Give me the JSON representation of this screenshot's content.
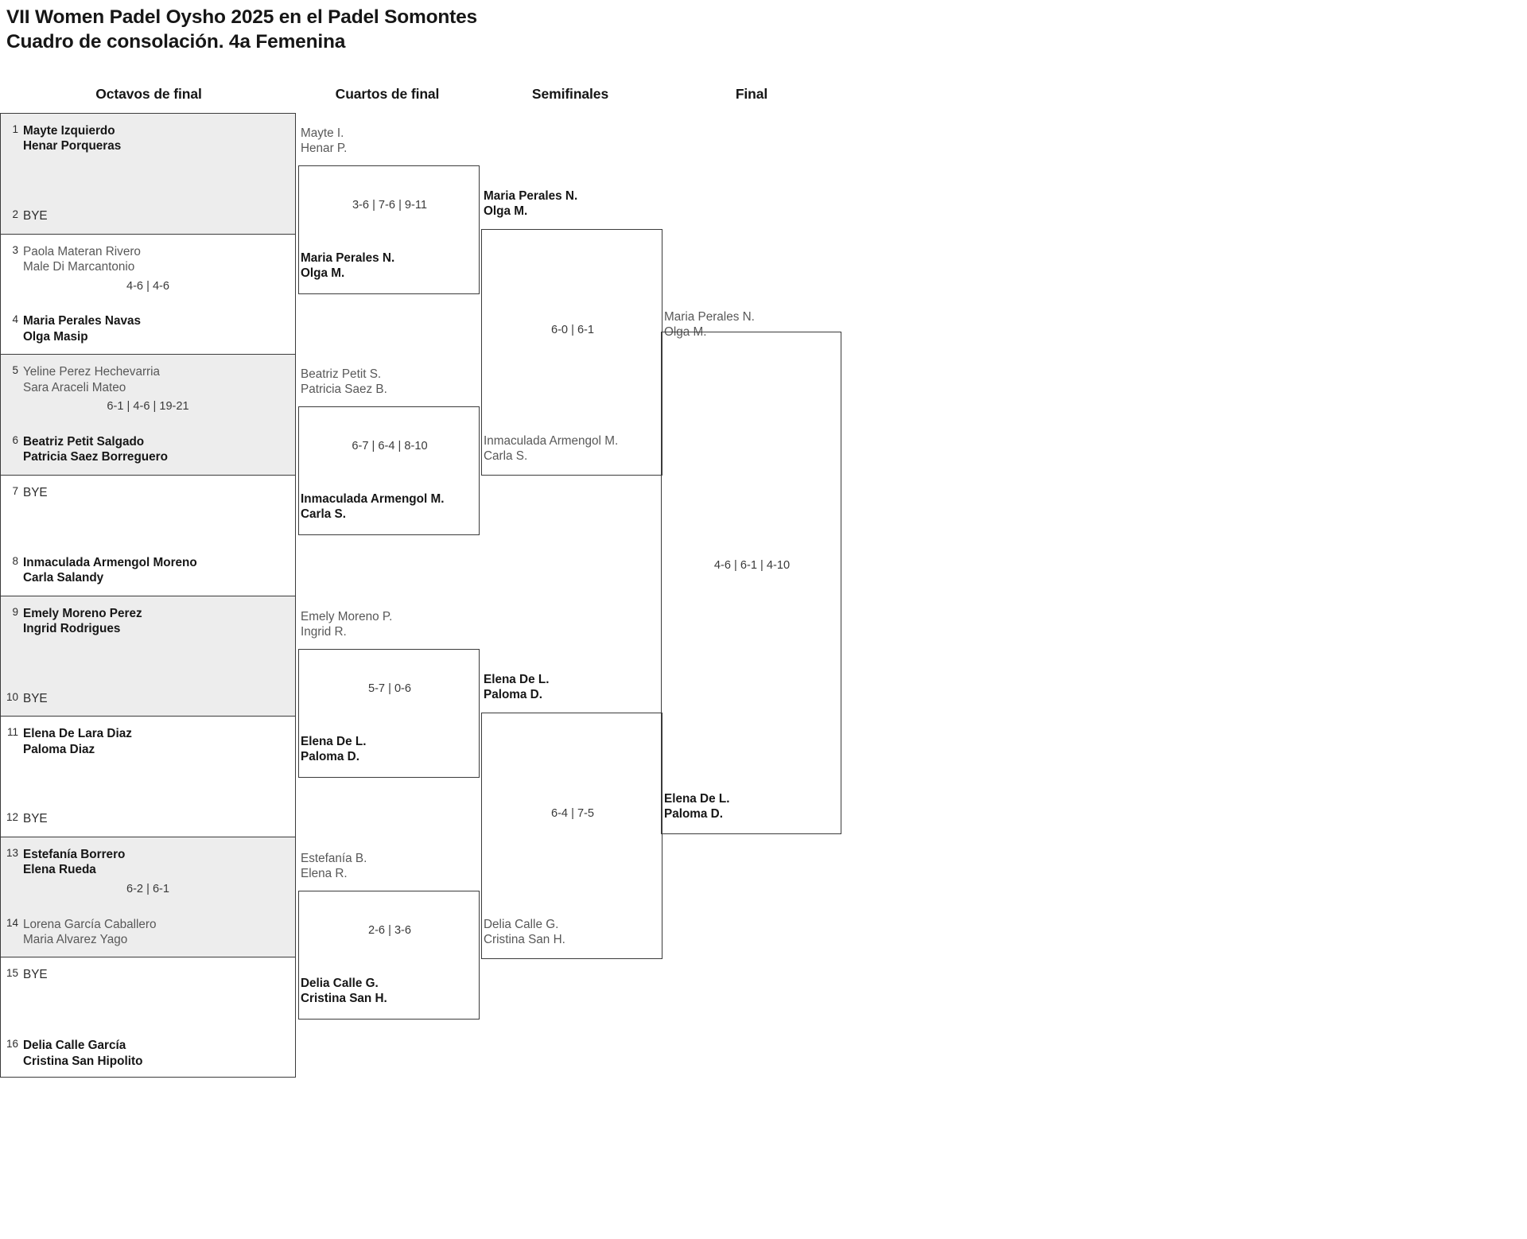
{
  "title": "VII Women Padel Oysho 2025 en el Padel Somontes\nCuadro de consolación. 4a Femenina",
  "rounds": [
    {
      "id": "r16",
      "label": "Octavos de final"
    },
    {
      "id": "qf",
      "label": "Cuartos de final"
    },
    {
      "id": "sf",
      "label": "Semifinales"
    },
    {
      "id": "f",
      "label": "Final"
    }
  ],
  "colors": {
    "shade": "#ededed",
    "border": "#3b3b3b",
    "winner": "#161616",
    "loser": "#585858"
  },
  "round1": [
    {
      "shaded": true,
      "top": {
        "seed": "1",
        "names": "Mayte Izquierdo\nHenar Porqueras",
        "result": "win"
      },
      "bottom": {
        "seed": "2",
        "names": "BYE",
        "result": "bye"
      },
      "score": ""
    },
    {
      "shaded": false,
      "top": {
        "seed": "3",
        "names": "Paola Materan Rivero\nMale Di Marcantonio",
        "result": "lose"
      },
      "bottom": {
        "seed": "4",
        "names": "Maria Perales Navas\nOlga Masip",
        "result": "win"
      },
      "score": "4-6 | 4-6"
    },
    {
      "shaded": true,
      "top": {
        "seed": "5",
        "names": "Yeline Perez Hechevarria\nSara Araceli Mateo",
        "result": "lose"
      },
      "bottom": {
        "seed": "6",
        "names": "Beatriz Petit Salgado\nPatricia Saez Borreguero",
        "result": "win"
      },
      "score": "6-1 | 4-6 | 19-21"
    },
    {
      "shaded": false,
      "top": {
        "seed": "7",
        "names": "BYE",
        "result": "bye"
      },
      "bottom": {
        "seed": "8",
        "names": "Inmaculada Armengol Moreno\nCarla Salandy",
        "result": "win"
      },
      "score": ""
    },
    {
      "shaded": true,
      "top": {
        "seed": "9",
        "names": "Emely Moreno Perez\nIngrid Rodrigues",
        "result": "win"
      },
      "bottom": {
        "seed": "10",
        "names": "BYE",
        "result": "bye"
      },
      "score": ""
    },
    {
      "shaded": false,
      "top": {
        "seed": "11",
        "names": "Elena De Lara Diaz\nPaloma Diaz",
        "result": "win"
      },
      "bottom": {
        "seed": "12",
        "names": "BYE",
        "result": "bye"
      },
      "score": ""
    },
    {
      "shaded": true,
      "top": {
        "seed": "13",
        "names": "Estefanía Borrero\nElena Rueda",
        "result": "win"
      },
      "bottom": {
        "seed": "14",
        "names": "Lorena García Caballero\nMaria Alvarez Yago",
        "result": "lose"
      },
      "score": "6-2 | 6-1"
    },
    {
      "shaded": false,
      "top": {
        "seed": "15",
        "names": "BYE",
        "result": "bye"
      },
      "bottom": {
        "seed": "16",
        "names": "Delia Calle García\nCristina San Hipolito",
        "result": "win"
      },
      "score": ""
    }
  ],
  "round2": [
    {
      "top": {
        "names": "Mayte I.\nHenar P.",
        "result": "lose"
      },
      "bottom": {
        "names": "Maria Perales N.\nOlga M.",
        "result": "win"
      },
      "score": "3-6 | 7-6 | 9-11"
    },
    {
      "top": {
        "names": "Beatriz Petit S.\nPatricia Saez B.",
        "result": "lose"
      },
      "bottom": {
        "names": "Inmaculada Armengol M.\nCarla S.",
        "result": "win"
      },
      "score": "6-7 | 6-4 | 8-10"
    },
    {
      "top": {
        "names": "Emely Moreno P.\nIngrid R.",
        "result": "lose"
      },
      "bottom": {
        "names": "Elena De L.\nPaloma D.",
        "result": "win"
      },
      "score": "5-7 | 0-6"
    },
    {
      "top": {
        "names": "Estefanía B.\nElena R.",
        "result": "lose"
      },
      "bottom": {
        "names": "Delia Calle G.\nCristina San H.",
        "result": "win"
      },
      "score": "2-6 | 3-6"
    }
  ],
  "round3": [
    {
      "top": {
        "names": "Maria Perales N.\nOlga M.",
        "result": "win"
      },
      "bottom": {
        "names": "Inmaculada Armengol M.\nCarla S.",
        "result": "lose"
      },
      "score": "6-0 | 6-1"
    },
    {
      "top": {
        "names": "Elena De L.\nPaloma D.",
        "result": "win"
      },
      "bottom": {
        "names": "Delia Calle G.\nCristina San H.",
        "result": "lose"
      },
      "score": "6-4 | 7-5"
    }
  ],
  "round4": [
    {
      "top": {
        "names": "Maria Perales N.\nOlga M.",
        "result": "lose"
      },
      "bottom": {
        "names": "Elena De L.\nPaloma D.",
        "result": "win"
      },
      "score": "4-6 | 6-1 | 4-10"
    }
  ]
}
